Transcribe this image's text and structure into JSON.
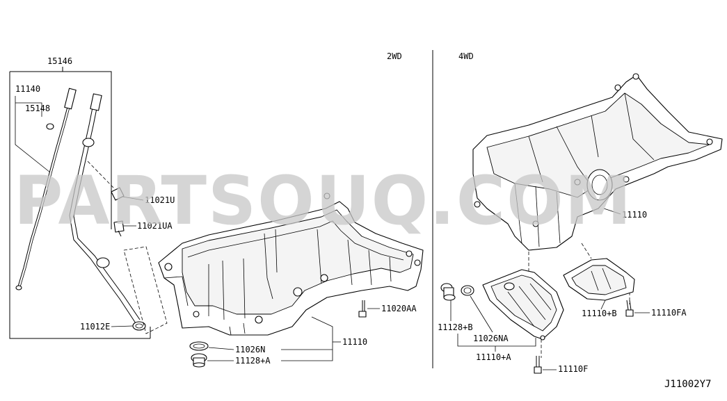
{
  "sections": {
    "left_title": "2WD",
    "right_title": "4WD"
  },
  "watermark": "PARTSOUQ.COM",
  "diagram_code": "J11002Y7",
  "labels": {
    "p15146": "15146",
    "p11140": "11140",
    "p15148": "15148",
    "p11021U": "11021U",
    "p11021UA": "11021UA",
    "p11012E": "11012E",
    "p11020AA": "11020AA",
    "p11026N": "11026N",
    "p11110_2wd": "11110",
    "p11128A_2wd": "11128+A",
    "p11110_4wd": "11110",
    "p11110B": "11110+B",
    "p11110FA": "11110FA",
    "p11128B": "11128+B",
    "p11026NA": "11026NA",
    "p11110A_4wd": "11110+A",
    "p11110F": "11110F"
  }
}
